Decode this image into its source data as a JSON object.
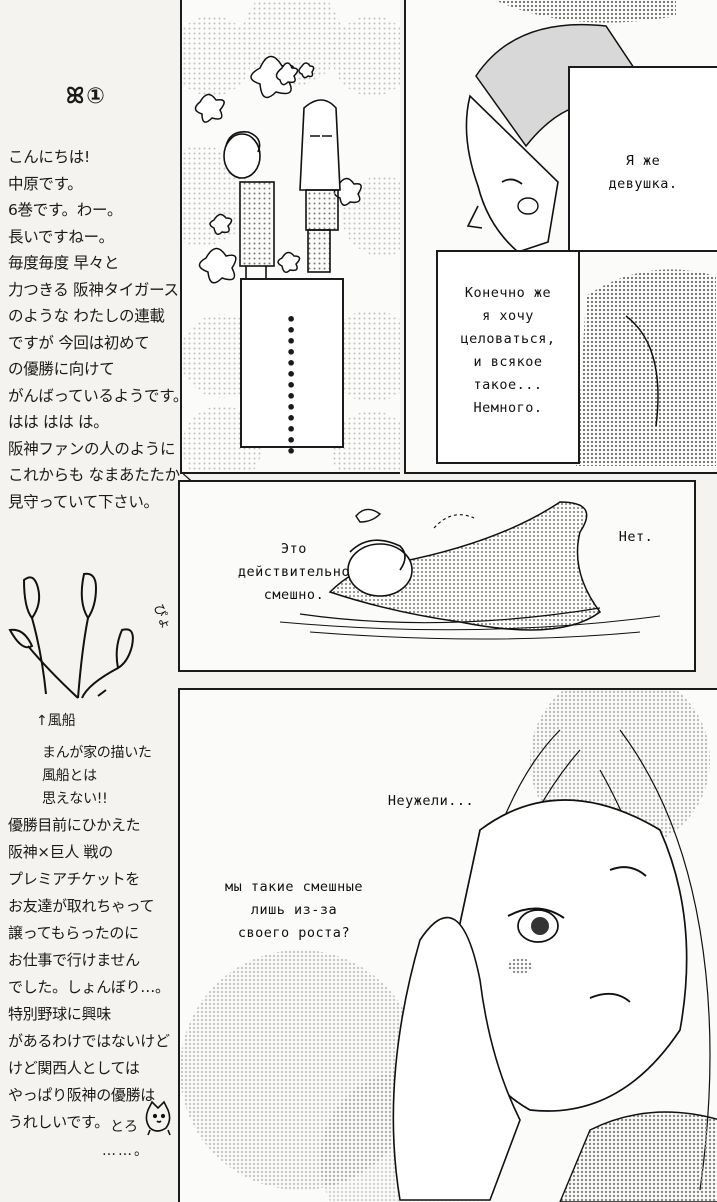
{
  "sidebar": {
    "bunny_mark": "ꕤ①",
    "note_lines": [
      "こんにちは!",
      "中原です。",
      "6巻です。わー。",
      "長いですねー。",
      "毎度毎度 早々と",
      "力つきる 阪神タイガース",
      "のような わたしの連載",
      "ですが 今回は初めて",
      "の優勝に向けて",
      "がんばっているようです。",
      "はは はは は。",
      "阪神ファンの人のように",
      "これからも なまあたたかく",
      "見守っていて下さい。"
    ],
    "balloon_sfx": "ぴょ",
    "balloon_label": "↑風船",
    "aside_lines": [
      "まんが家の描いた",
      "風船とは",
      "思えない!!"
    ],
    "note_lines_2": [
      "優勝目前にひかえた",
      "阪神×巨人 戦の",
      "プレミアチケットを",
      "お友達が取れちゃって",
      "譲ってもらったのに",
      "お仕事で行けません",
      "でした。しょんぼり…。",
      "特別野球に興味",
      "があるわけではないけど",
      "けど関西人としては",
      "やっぱり阪神の優勝は",
      "うれしいです。"
    ],
    "signature": "とろ",
    "signature_dots": "……。"
  },
  "panels": {
    "p1": {
      "dots": "•••••••••••••"
    },
    "p2": {
      "bubble_1": [
        "Я же",
        "девушка."
      ],
      "bubble_2": [
        "Конечно же",
        "я хочу",
        "целоваться,",
        "и всякое",
        "такое...",
        "Немного."
      ]
    },
    "p3": {
      "bubble_left": [
        "Это",
        "действительно",
        "смешно."
      ],
      "bubble_right": [
        "Нет."
      ]
    },
    "p4": {
      "bubble_1": [
        "Неужели..."
      ],
      "bubble_2": [
        "мы такие смешные",
        "лишь из-за",
        "своего роста?"
      ]
    }
  }
}
